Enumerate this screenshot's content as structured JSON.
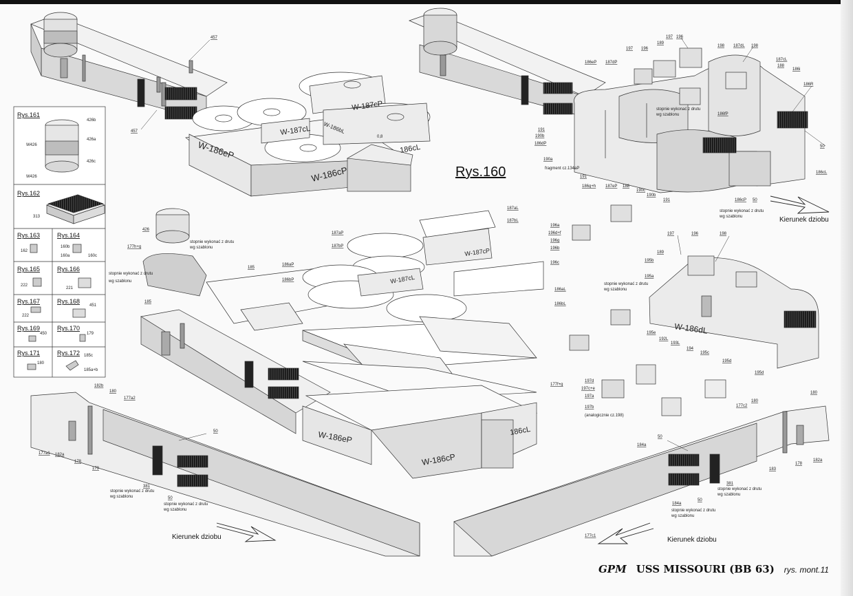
{
  "main_label": "Rys.160",
  "direction_label": "Kierunek dziobu",
  "title_block": {
    "brand": "GPM",
    "ship": "USS MISSOURI (BB 63)",
    "ref": "rys. mont.11"
  },
  "notes": {
    "steps": "stopnie wykonać z drutu",
    "template": "wg szablonu",
    "fragment": "fragment cz.134aP",
    "analog": "(analogicznie cz.198)"
  },
  "side_table": [
    {
      "label": "Rys.161",
      "parts": [
        "426b",
        "426a",
        "426c",
        "W426",
        "W426"
      ]
    },
    {
      "label": "Rys.162",
      "parts": [
        "313"
      ]
    },
    {
      "label": "Rys.163",
      "parts": [
        "162"
      ]
    },
    {
      "label": "Rys.164",
      "parts": [
        "160b",
        "160a",
        "160c"
      ]
    },
    {
      "label": "Rys.165",
      "parts": [
        "222"
      ]
    },
    {
      "label": "Rys.166",
      "parts": [
        "221"
      ]
    },
    {
      "label": "Rys.167",
      "parts": [
        "222"
      ]
    },
    {
      "label": "Rys.168",
      "parts": [
        "451"
      ]
    },
    {
      "label": "Rys.169",
      "parts": [
        "450"
      ]
    },
    {
      "label": "Rys.170",
      "parts": [
        "179"
      ]
    },
    {
      "label": "Rys.171",
      "parts": [
        "180"
      ]
    },
    {
      "label": "Rys.172",
      "parts": [
        "185c",
        "185a+b"
      ]
    }
  ],
  "part_texts": {
    "w187cP": "W-187cP",
    "w187cL": "W-187cL",
    "w186bL": "W-186bL",
    "w186eP": "W-186eP",
    "w186cP": "W-186cP",
    "w186cL": "186cL",
    "w186dL": "W-186dL",
    "sup": "0,8"
  },
  "callouts": {
    "c457a": "457",
    "c457b": "457",
    "c426": "426",
    "c177hg": "177h+g",
    "c185a": "185",
    "c185b": "185",
    "c187aP": "187aP",
    "c187bP": "187bP",
    "c186aP": "186aP",
    "c186bP": "186bP",
    "c187aL": "187aL",
    "c187bL": "187bL",
    "c186aL": "186aL",
    "c186bL": "186bL",
    "c177fg": "177f+g",
    "c196a": "196a",
    "c196dhf": "196d+f",
    "c196g": "196g",
    "c196b": "196b",
    "c196c": "196c",
    "c197a": "197",
    "c196x": "196",
    "c189": "189",
    "c197b": "197",
    "c196y": "196",
    "c198a": "198",
    "c187dL": "187dL",
    "c198b": "198",
    "c187cL": "187cL",
    "c188a": "188",
    "c186i": "186i",
    "c186R": "186R",
    "c186eP": "186eP",
    "c187dP": "187dP",
    "c186fP": "186fP",
    "c191a": "191",
    "c190bA": "190b",
    "c186dP": "186dP",
    "c190aA": "190a",
    "c191b": "191",
    "c186gh": "186g+h",
    "c187eP": "187eP",
    "c188b": "188",
    "c190c": "190c",
    "c190bB": "190b",
    "c191c": "191",
    "c186cPb": "186cP",
    "c50a": "50",
    "c50b": "50",
    "c186cLb": "186cL",
    "c197c": "197",
    "c196z": "196",
    "c198c": "198",
    "c189b": "189",
    "c195b": "195b",
    "c195a": "195a",
    "c195e": "195e",
    "c192L": "192L",
    "c193L": "193L",
    "c194": "194",
    "c195c": "195c",
    "c195d": "195d",
    "c195dB": "195d",
    "c197d": "197d",
    "c197ce": "197c+e",
    "c197a2": "197a",
    "c197b2": "197b",
    "c182b": "182b",
    "c180a": "180",
    "c177a2": "177a2",
    "c177a1": "177a1",
    "c182a": "182a",
    "c178a": "178",
    "c179": "179",
    "c50c": "50",
    "c381a": "381",
    "c50d": "50",
    "c177c1": "177c1",
    "c177c2": "177c2",
    "c180b": "180",
    "c180c": "180",
    "c183": "183",
    "c178b": "178",
    "c182aR": "182a",
    "c184a": "184a",
    "c50e": "50",
    "c381b": "381",
    "c50f": "50",
    "c184aB": "184a"
  }
}
